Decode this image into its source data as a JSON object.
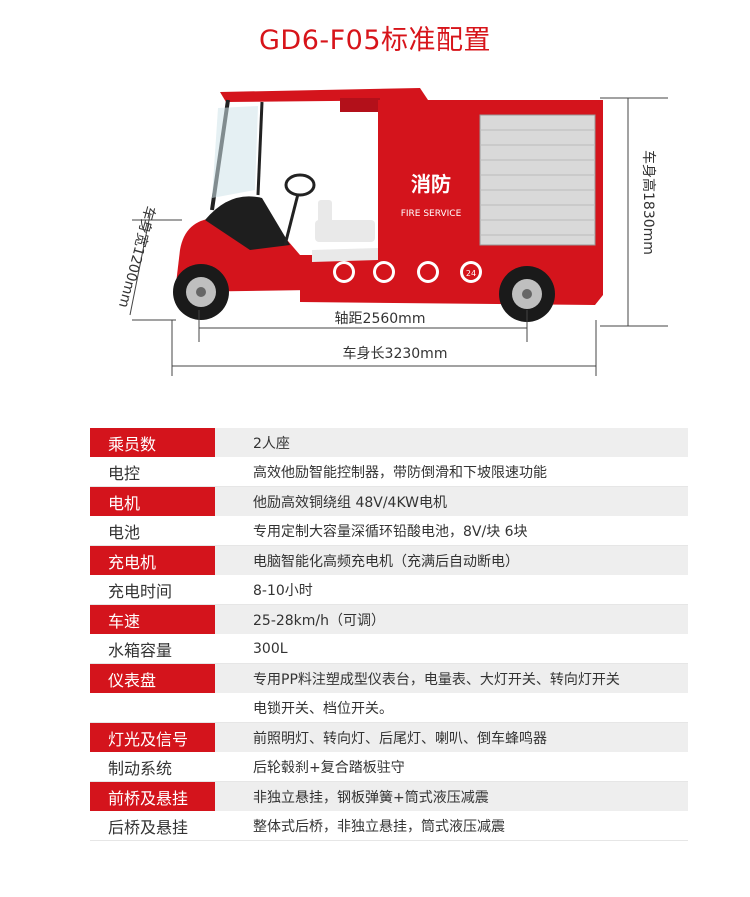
{
  "title": "GD6-F05标准配置",
  "dimensions": {
    "width_label": "车身宽1200mm",
    "height_label": "车身高1830mm",
    "wheelbase_label": "轴距2560mm",
    "length_label": "车身长3230mm"
  },
  "vehicle": {
    "box_text": "消防",
    "box_subtext": "FIRE SERVICE",
    "badge_number": "24"
  },
  "colors": {
    "accent": "#d4141c",
    "row_bg": "#eeeeee",
    "title": "#d7141a"
  },
  "specs": [
    {
      "label": "乘员数",
      "value": "2人座",
      "highlight": true
    },
    {
      "label": "电控",
      "value": "高效他励智能控制器，带防倒滑和下坡限速功能",
      "highlight": false
    },
    {
      "label": "电机",
      "value": "他励高效铜绕组 48V/4KW电机",
      "highlight": true
    },
    {
      "label": "电池",
      "value": "专用定制大容量深循环铅酸电池，8V/块  6块",
      "highlight": false
    },
    {
      "label": "充电机",
      "value": "电脑智能化高频充电机（充满后自动断电）",
      "highlight": true
    },
    {
      "label": "充电时间",
      "value": "8-10小时",
      "highlight": false
    },
    {
      "label": "车速",
      "value": "25-28km/h（可调）",
      "highlight": true
    },
    {
      "label": "水箱容量",
      "value": "300L",
      "highlight": false
    },
    {
      "label": "仪表盘",
      "value": "专用PP料注塑成型仪表台，电量表、大灯开关、转向灯开关",
      "highlight": true
    },
    {
      "label": "",
      "value": "电锁开关、档位开关。",
      "highlight": false
    },
    {
      "label": "灯光及信号",
      "value": "前照明灯、转向灯、后尾灯、喇叭、倒车蜂鸣器",
      "highlight": true
    },
    {
      "label": "制动系统",
      "value": "后轮毂刹+复合踏板驻守",
      "highlight": false
    },
    {
      "label": "前桥及悬挂",
      "value": "非独立悬挂，钢板弹簧+筒式液压减震",
      "highlight": true
    },
    {
      "label": "后桥及悬挂",
      "value": "整体式后桥，非独立悬挂，筒式液压减震",
      "highlight": false
    }
  ]
}
